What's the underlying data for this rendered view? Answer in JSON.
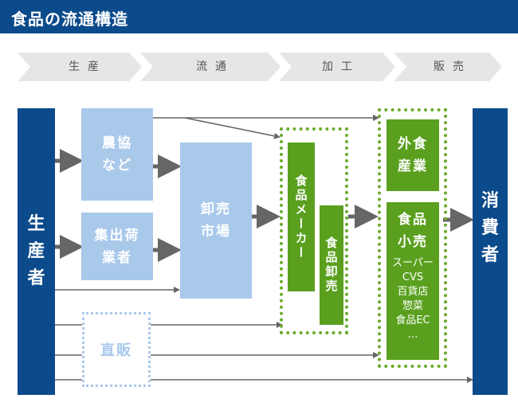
{
  "title": "食品の流通構造",
  "stages": [
    "生産",
    "流通",
    "加工",
    "販売"
  ],
  "nodes": {
    "producer": [
      "生",
      "産",
      "者"
    ],
    "coop": [
      "農協",
      "など"
    ],
    "shipper": [
      "集出荷",
      "業者"
    ],
    "wholesale_market": [
      "卸売",
      "市場"
    ],
    "direct": "直販",
    "food_maker": "食品メーカー",
    "food_wholesale": "食品卸売",
    "food_service": [
      "外食",
      "産業"
    ],
    "food_retail": {
      "title": [
        "食品",
        "小売"
      ],
      "items": [
        "スーパー",
        "CVS",
        "百貨店",
        "惣菜",
        "食品EC",
        "…"
      ]
    },
    "consumer": [
      "消",
      "費",
      "者"
    ]
  },
  "colors": {
    "navy": "#0b4a8b",
    "light_blue": "#a9c9eb",
    "green": "#5aa01e",
    "arrow": "#666666",
    "chevron": "#e6e6e6"
  }
}
